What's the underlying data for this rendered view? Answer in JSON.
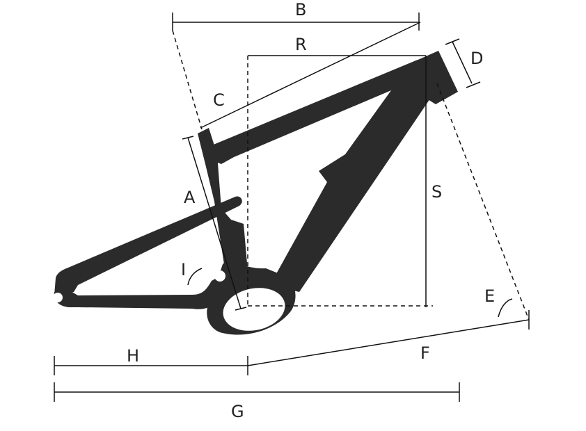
{
  "labels": {
    "a": "A",
    "b": "B",
    "c": "C",
    "d": "D",
    "e": "E",
    "f": "F",
    "g": "G",
    "h": "H",
    "i": "I",
    "r": "R",
    "s": "S"
  },
  "colors": {
    "frame": "#2b2b2b",
    "lines": "#111111",
    "background": "#ffffff"
  }
}
